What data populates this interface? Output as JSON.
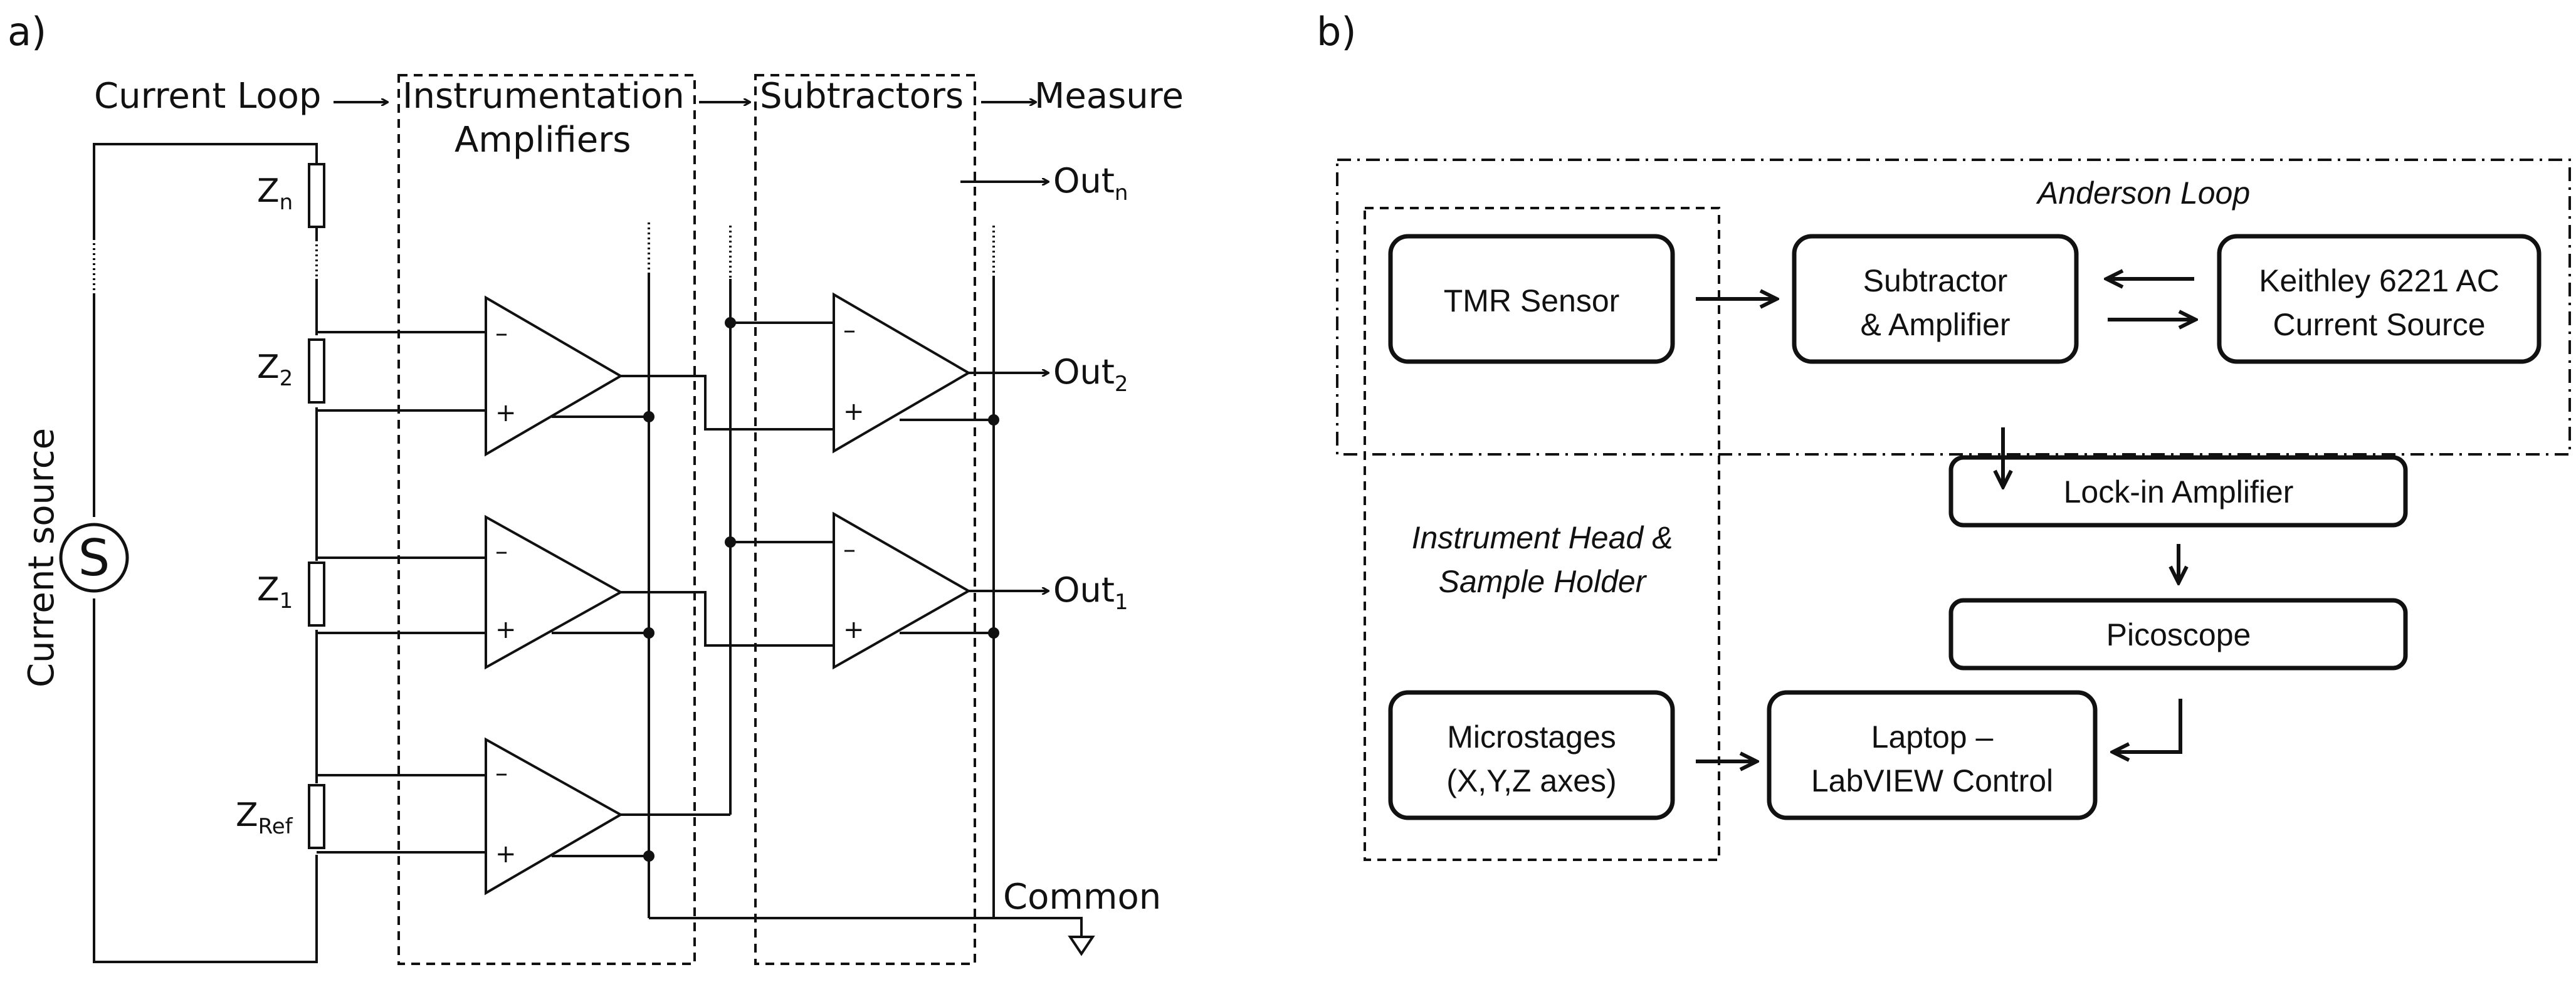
{
  "panel_a": {
    "label": "a)",
    "headers": {
      "current_loop": "Current Loop",
      "inst_amp_line1": "Instrumentation",
      "inst_amp_line2": "Amplifiers",
      "subtractors": "Subtractors",
      "measure": "Measure"
    },
    "source_label": "Current source",
    "source_symbol": "S",
    "impedances": [
      {
        "main": "Z",
        "sub": "n"
      },
      {
        "main": "Z",
        "sub": "2"
      },
      {
        "main": "Z",
        "sub": "1"
      },
      {
        "main": "Z",
        "sub": "Ref"
      }
    ],
    "outputs": [
      {
        "main": "Out",
        "sub": "n"
      },
      {
        "main": "Out",
        "sub": "2"
      },
      {
        "main": "Out",
        "sub": "1"
      }
    ],
    "minus_sign": "–",
    "plus_sign": "+",
    "common_label": "Common"
  },
  "panel_b": {
    "label": "b)",
    "anderson_loop": "Anderson Loop",
    "instrument_head_line1": "Instrument Head &",
    "instrument_head_line2": "Sample Holder",
    "tmr_sensor": "TMR Sensor",
    "subtractor_line1": "Subtractor",
    "subtractor_line2": "& Amplifier",
    "keithley_line1": "Keithley 6221 AC",
    "keithley_line2": "Current Source",
    "lockin": "Lock-in Amplifier",
    "picoscope": "Picoscope",
    "microstages_line1": "Microstages",
    "microstages_line2": "(X,Y,Z axes)",
    "laptop_line1": "Laptop –",
    "laptop_line2": "LabVIEW Control"
  }
}
